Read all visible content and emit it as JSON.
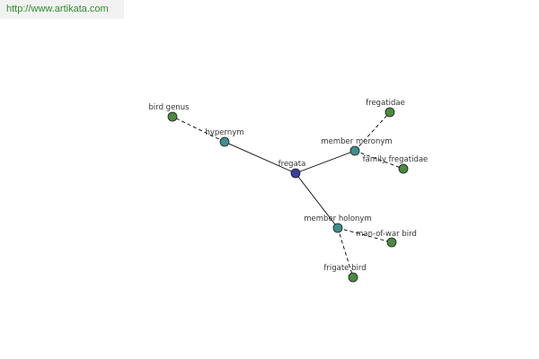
{
  "source_url": "http://www.artikata.com",
  "graph": {
    "nodes": [
      {
        "id": "fregata",
        "label": "fregata",
        "kind": "center",
        "color": "#3a3f9a"
      },
      {
        "id": "hypernym",
        "label": "hypernym",
        "kind": "relation",
        "color": "#3f8f8f"
      },
      {
        "id": "member-meronym",
        "label": "member meronym",
        "kind": "relation",
        "color": "#3f8f8f"
      },
      {
        "id": "member-holonym",
        "label": "member holonym",
        "kind": "relation",
        "color": "#3f8f8f"
      },
      {
        "id": "bird-genus",
        "label": "bird genus",
        "kind": "term",
        "color": "#4c8a3f"
      },
      {
        "id": "fregatidae",
        "label": "fregatidae",
        "kind": "term",
        "color": "#4c8a3f"
      },
      {
        "id": "family-fregatidae",
        "label": "family fregatidae",
        "kind": "term",
        "color": "#4c8a3f"
      },
      {
        "id": "man-of-war-bird",
        "label": "man-of-war bird",
        "kind": "term",
        "color": "#4c8a3f"
      },
      {
        "id": "frigate-bird",
        "label": "frigate bird",
        "kind": "term",
        "color": "#4c8a3f"
      }
    ],
    "edges": [
      {
        "from": "fregata",
        "to": "hypernym",
        "style": "solid"
      },
      {
        "from": "fregata",
        "to": "member-meronym",
        "style": "solid"
      },
      {
        "from": "fregata",
        "to": "member-holonym",
        "style": "solid"
      },
      {
        "from": "hypernym",
        "to": "bird-genus",
        "style": "dashed"
      },
      {
        "from": "member-meronym",
        "to": "fregatidae",
        "style": "dashed"
      },
      {
        "from": "member-meronym",
        "to": "family-fregatidae",
        "style": "dashed"
      },
      {
        "from": "member-holonym",
        "to": "man-of-war-bird",
        "style": "dashed"
      },
      {
        "from": "member-holonym",
        "to": "frigate-bird",
        "style": "dashed"
      }
    ]
  }
}
